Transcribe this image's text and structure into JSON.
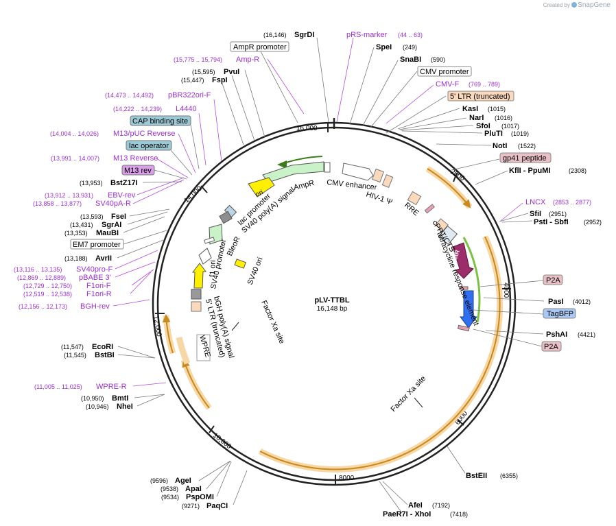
{
  "plasmid": {
    "name": "pLV-TTBL",
    "length": 16148,
    "length_label": "16,148 bp"
  },
  "brand": {
    "created_by": "Created by",
    "app": "SnapGene"
  },
  "ticks": [
    {
      "label": "2000"
    },
    {
      "label": "4000"
    },
    {
      "label": "6000"
    },
    {
      "label": "8000"
    },
    {
      "label": "10,000"
    },
    {
      "label": "12,000"
    },
    {
      "label": "14,000"
    },
    {
      "label": "16,000"
    }
  ],
  "enzymes": [
    {
      "pos": "(16,146)",
      "name": "SgrDI"
    },
    {
      "pos": "(249)",
      "name": "SpeI"
    },
    {
      "pos": "(590)",
      "name": "SnaBI"
    },
    {
      "pos": "(1015)",
      "name": "KasI"
    },
    {
      "pos": "(1016)",
      "name": "NarI"
    },
    {
      "pos": "(1017)",
      "name": "SfoI"
    },
    {
      "pos": "(1019)",
      "name": "PluTI"
    },
    {
      "pos": "(1522)",
      "name": "NotI"
    },
    {
      "pos": "(2308)",
      "name": "KflI  -  PpuMI"
    },
    {
      "pos": "(2951)",
      "name": "SfiI"
    },
    {
      "pos": "(2952)",
      "name": "PstI  -  SbfI"
    },
    {
      "pos": "(4012)",
      "name": "PasI"
    },
    {
      "pos": "(4421)",
      "name": "PshAI"
    },
    {
      "pos": "(6355)",
      "name": "BstEII"
    },
    {
      "pos": "(7192)",
      "name": "AfeI"
    },
    {
      "pos": "(7418)",
      "name": "PaeR7I  -  XhoI"
    },
    {
      "pos": "(9271)",
      "name": "PaqCI"
    },
    {
      "pos": "(9534)",
      "name": "PspOMI"
    },
    {
      "pos": "(9538)",
      "name": "ApaI"
    },
    {
      "pos": "(9596)",
      "name": "AgeI"
    },
    {
      "pos": "(10,946)",
      "name": "NheI"
    },
    {
      "pos": "(10,950)",
      "name": "BmtI"
    },
    {
      "pos": "(11,545)",
      "name": "BstBI"
    },
    {
      "pos": "(11,547)",
      "name": "EcoRI"
    },
    {
      "pos": "(13,188)",
      "name": "AvrII"
    },
    {
      "pos": "(13,353)",
      "name": "MauBI"
    },
    {
      "pos": "(13,431)",
      "name": "SgrAI"
    },
    {
      "pos": "(13,593)",
      "name": "FseI"
    },
    {
      "pos": "(13,953)",
      "name": "BstZ17I"
    },
    {
      "pos": "(15,447)",
      "name": "FspI"
    },
    {
      "pos": "(15,595)",
      "name": "PvuI"
    }
  ],
  "primers": [
    {
      "name": "pRS-marker",
      "range": "(44 .. 63)"
    },
    {
      "name": "CMV-F",
      "range": "(769 .. 789)"
    },
    {
      "name": "LNCX",
      "range": "(2853 .. 2877)"
    },
    {
      "name": "WPRE-R",
      "range": "(11,005 .. 11,025)"
    },
    {
      "name": "BGH-rev",
      "range": "(12,156 .. 12,173)"
    },
    {
      "name": "F1ori-R",
      "range": "(12,519 .. 12,538)"
    },
    {
      "name": "F1ori-F",
      "range": "(12,729 .. 12,750)"
    },
    {
      "name": "pBABE 3'",
      "range": "(12,869 .. 12,889)"
    },
    {
      "name": "SV40pro-F",
      "range": "(13,116 .. 13,135)"
    },
    {
      "name": "SV40pA-R",
      "range": "(13,858 .. 13,877)"
    },
    {
      "name": "EBV-rev",
      "range": "(13,912 .. 13,931)"
    },
    {
      "name": "M13 Reverse",
      "range": "(13,991 .. 14,007)"
    },
    {
      "name": "M13/pUC Reverse",
      "range": "(14,004 .. 14,026)"
    },
    {
      "name": "L4440",
      "range": "(14,222 .. 14,239)"
    },
    {
      "name": "pBR322ori-F",
      "range": "(14,473 .. 14,492)"
    },
    {
      "name": "Amp-R",
      "range": "(15,775 .. 15,794)"
    }
  ],
  "boxed_labels": [
    {
      "text": "AmpR promoter",
      "fill": "#ffffff",
      "stroke": "#888888"
    },
    {
      "text": "CMV promoter",
      "fill": "#ffffff",
      "stroke": "#888888"
    },
    {
      "text": "5' LTR (truncated)",
      "fill": "#fbd9bd",
      "stroke": "#888888"
    },
    {
      "text": "gp41 peptide",
      "fill": "#e8c0c6",
      "stroke": "#888888"
    },
    {
      "text": "P2A",
      "fill": "#e8c0c6",
      "stroke": "#888888"
    },
    {
      "text": "TagBFP",
      "fill": "#a9c8f5",
      "stroke": "#888888"
    },
    {
      "text": "P2A",
      "fill": "#e8c0c6",
      "stroke": "#888888"
    },
    {
      "text": "EM7 promoter",
      "fill": "#ffffff",
      "stroke": "#888888"
    },
    {
      "text": "CAP binding site",
      "fill": "#9cc9d6",
      "stroke": "#777777"
    },
    {
      "text": "lac operator",
      "fill": "#9cc9d6",
      "stroke": "#777777"
    },
    {
      "text": "M13 rev",
      "fill": "#d9a0e8",
      "stroke": "#777777"
    }
  ],
  "inner_labels": [
    {
      "text": "ori"
    },
    {
      "text": "AmpR"
    },
    {
      "text": "CMV enhancer"
    },
    {
      "text": "HIV-1 Ψ"
    },
    {
      "text": "RRE"
    },
    {
      "text": "cPPT/CTS"
    },
    {
      "text": "TetR"
    },
    {
      "text": "tetracycline response element"
    },
    {
      "text": "lac promoter"
    },
    {
      "text": "SV40 poly(A) signal"
    },
    {
      "text": "BleoR"
    },
    {
      "text": "SV40 promoter"
    },
    {
      "text": "SV40 ori"
    },
    {
      "text": "f1 ori"
    },
    {
      "text": "bGH poly(A) signal"
    },
    {
      "text": "5' LTR (truncated)"
    },
    {
      "text": "WPRE"
    },
    {
      "text": "Factor Xa site"
    },
    {
      "text": "Factor Xa site"
    }
  ],
  "colors": {
    "primer": "#9b30d0",
    "primer_line": "#b347e0",
    "backbone": "#222222",
    "orange": "#e6a23c",
    "green": "#7cc242",
    "tetR": "#9b2d6a",
    "tagbfp": "#2f6ff0",
    "ampR": "#c9f2c9",
    "yellow": "#ffef00"
  }
}
